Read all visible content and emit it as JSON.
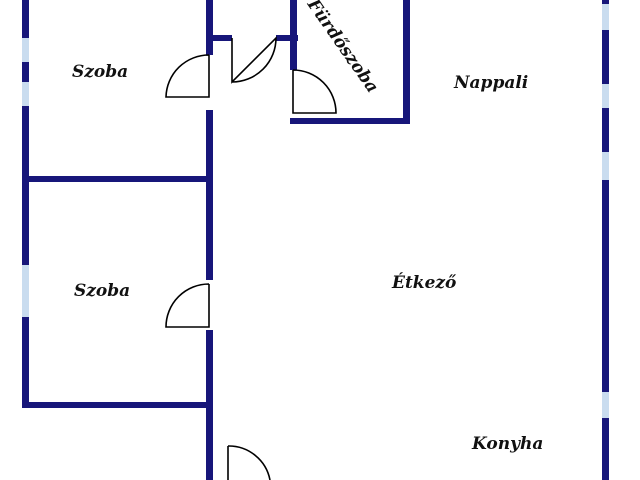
{
  "colors": {
    "wall": "#17167a",
    "window": "#c9dcef",
    "door": "#000000",
    "text": "#111111",
    "background": "#ffffff"
  },
  "rooms": {
    "szoba_top": "Szoba",
    "szoba_bottom": "Szoba",
    "furdoszoba": "Fürdőszoba",
    "nappali": "Nappali",
    "etkezo": "Étkező",
    "konyha": "Konyha"
  }
}
